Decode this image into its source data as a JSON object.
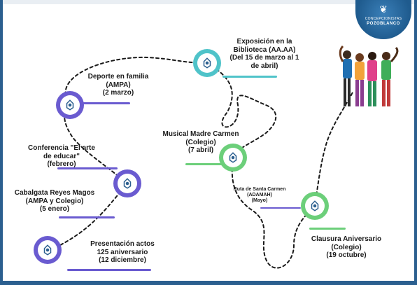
{
  "logo": {
    "line1": "CONCEPCIONISTAS",
    "line2": "POZOBLANCO"
  },
  "colors": {
    "navy": "#2b5f8f",
    "teal": "#4fc3c9",
    "purple": "#6a5bd0",
    "green": "#6ccf7a",
    "node_inner": "#ffffff"
  },
  "events": [
    {
      "id": "exposicion",
      "lines": [
        "Exposición en la",
        "Biblioteca (AA.AA)",
        "(Del 15 de marzo al 1",
        "de abril)"
      ]
    },
    {
      "id": "deporte",
      "lines": [
        "Deporte en familia",
        "(AMPA)",
        "(2 marzo)"
      ]
    },
    {
      "id": "musical",
      "lines": [
        "Musical Madre Carmen",
        "(Colegio)",
        "(7 abril)"
      ]
    },
    {
      "id": "conferencia",
      "lines": [
        "Conferencia  \"El arte",
        "de educar\"",
        "(febrero)"
      ]
    },
    {
      "id": "cabalgata",
      "lines": [
        "Cabalgata Reyes Magos",
        "(AMPA y Colegio)",
        "(5 enero)"
      ]
    },
    {
      "id": "ruta",
      "lines": [
        "Ruta de Santa Carmen",
        "(ADAMAH)",
        "(Mayo)"
      ]
    },
    {
      "id": "clausura",
      "lines": [
        "Clausura Aniversario",
        "(Colegio)",
        "(19 octubre)"
      ]
    },
    {
      "id": "presentacion",
      "lines": [
        "Presentación actos",
        "125 aniversario",
        "(12 diciembre)"
      ]
    }
  ]
}
